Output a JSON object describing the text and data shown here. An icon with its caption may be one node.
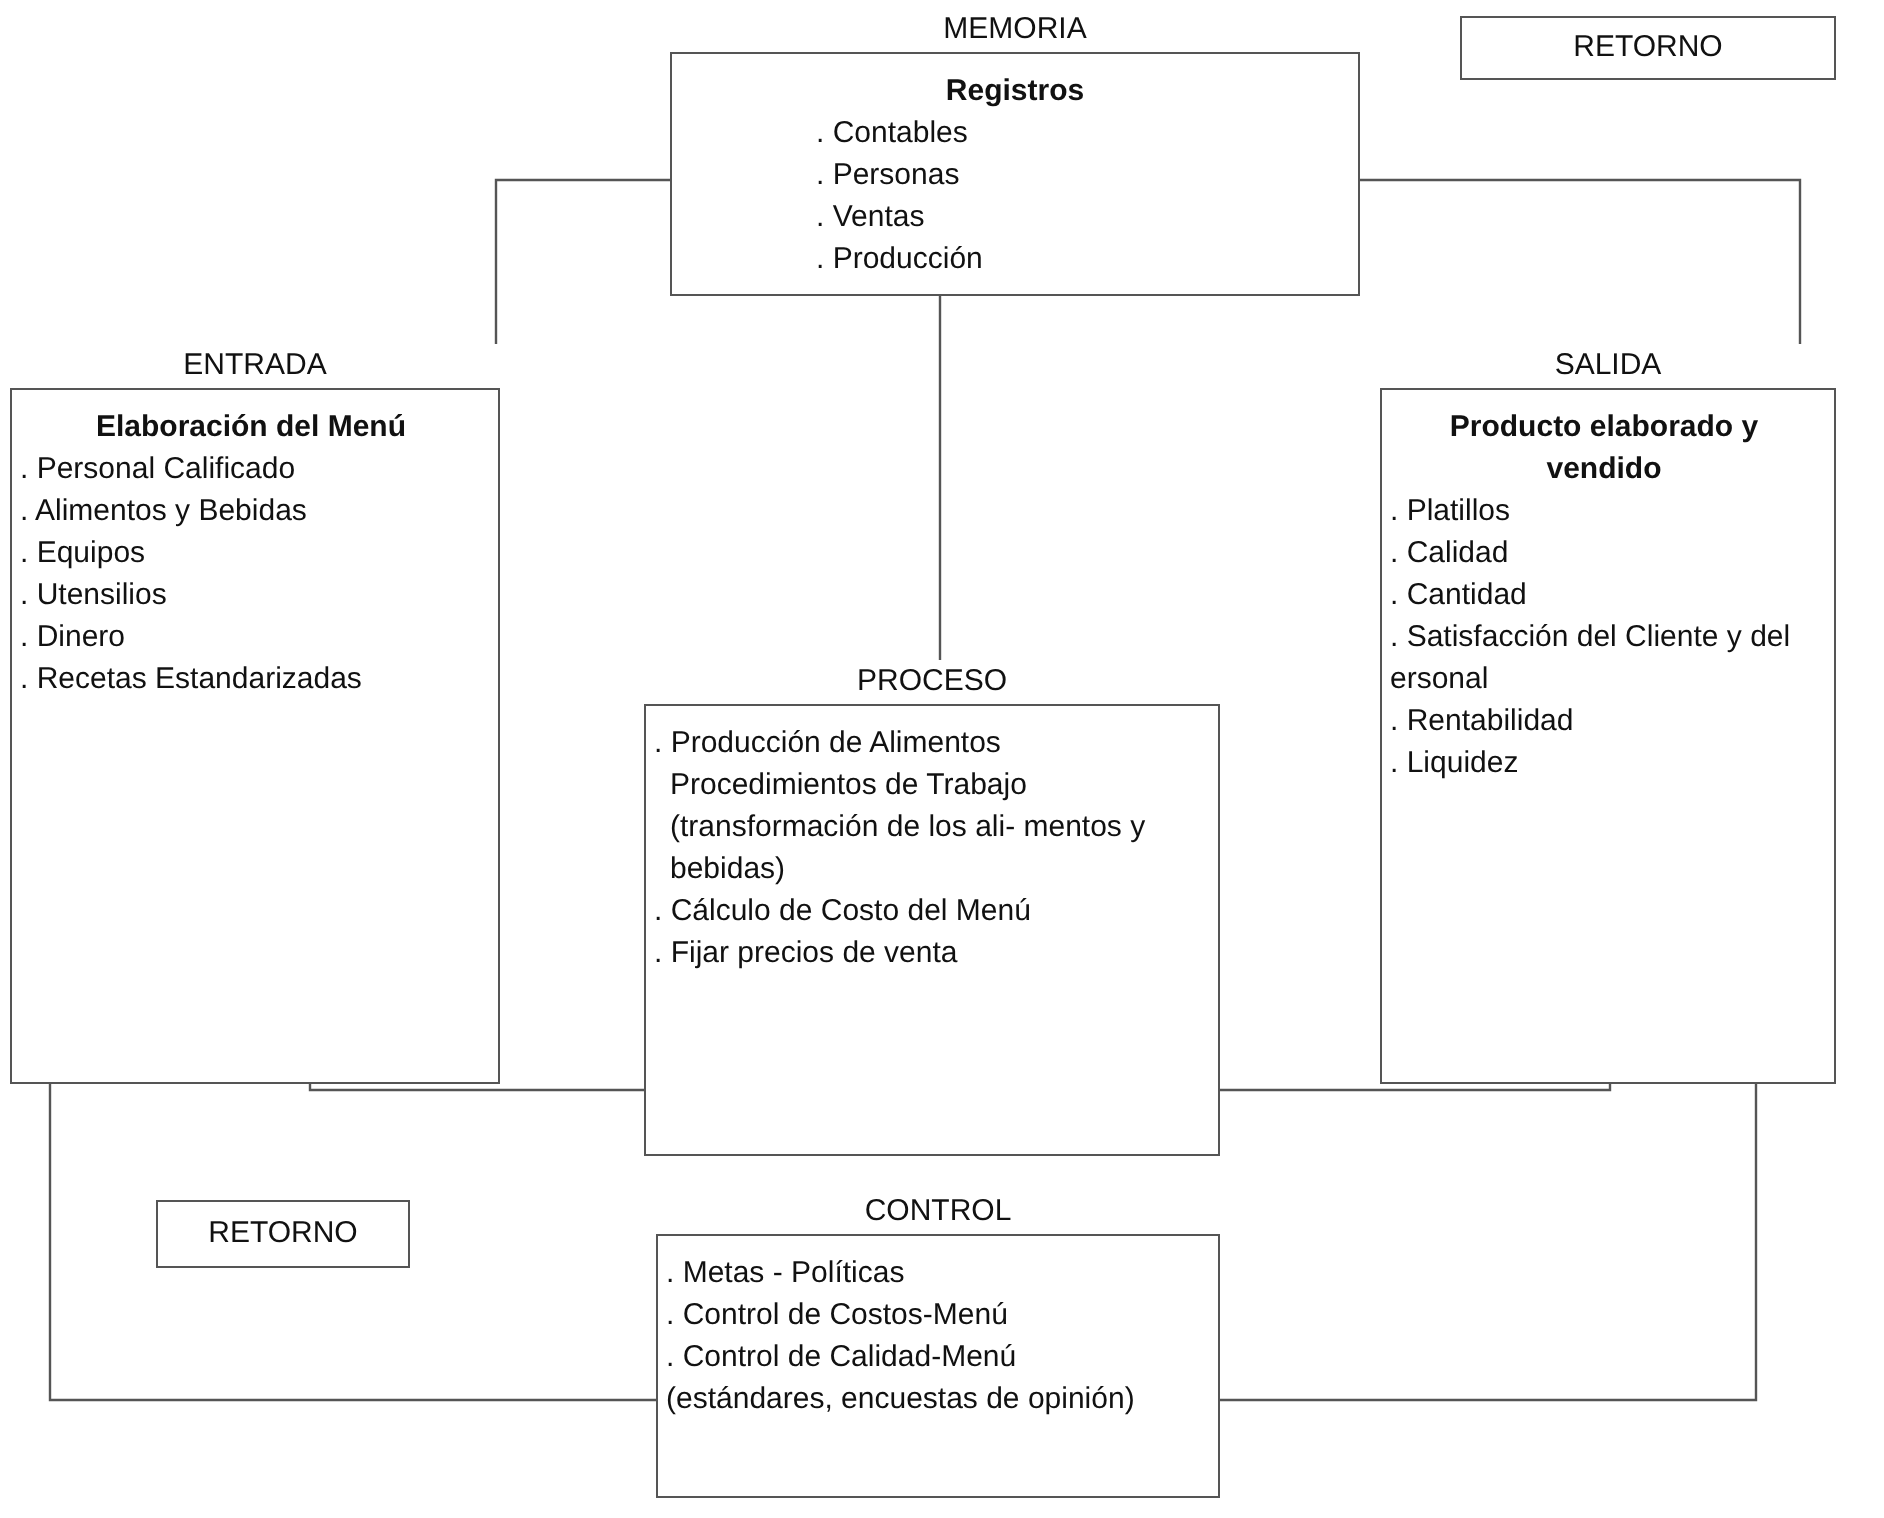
{
  "diagram": {
    "nodes": [
      {
        "text": [
          "MEMORIA",
          "Registros",
          ". Contables",
          ". Personas",
          ". Ventas",
          ". Producción"
        ]
      },
      {
        "text": [
          "RETORNO"
        ]
      },
      {
        "text": [
          "ENTRADA",
          "Elaboración del Menú",
          ". Personal Calificado",
          ". Alimentos y Bebidas",
          ". Equipos",
          ". Utensilios",
          ". Dinero",
          ". Recetas Estandarizadas"
        ]
      },
      {
        "text": [
          "SALIDA",
          "Producto elaborado y vendido",
          ". Platillos",
          ". Calidad",
          ". Cantidad",
          ". Satisfacción del Cliente y del ersonal",
          ". Rentabilidad",
          ". Liquidez"
        ]
      },
      {
        "text": [
          "PROCESO",
          ". Producción de Alimentos",
          "Procedimientos de Trabajo (transformación de los ali- mentos y bebidas)",
          ". Cálculo de Costo del Menú",
          ". Fijar precios de venta"
        ]
      },
      {
        "text": [
          "CONTROL",
          ". Metas - Políticas",
          ". Control de Costos-Menú",
          ". Control de Calidad-Menú",
          "(estándares, encuestas de opinión)"
        ]
      },
      {
        "text": [
          "RETORNO"
        ]
      }
    ],
    "edges": [
      {
        "from": 2,
        "to": 0,
        "arrow": "none"
      },
      {
        "from": 0,
        "to": 3,
        "arrow": "none"
      },
      {
        "from": 0,
        "to": 4,
        "arrow": "none"
      },
      {
        "from": 2,
        "to": 4,
        "arrow": "none"
      },
      {
        "from": 4,
        "to": 3,
        "arrow": "none"
      },
      {
        "from": 2,
        "to": 5,
        "arrow": "none"
      },
      {
        "from": 5,
        "to": 3,
        "arrow": "none"
      }
    ]
  }
}
